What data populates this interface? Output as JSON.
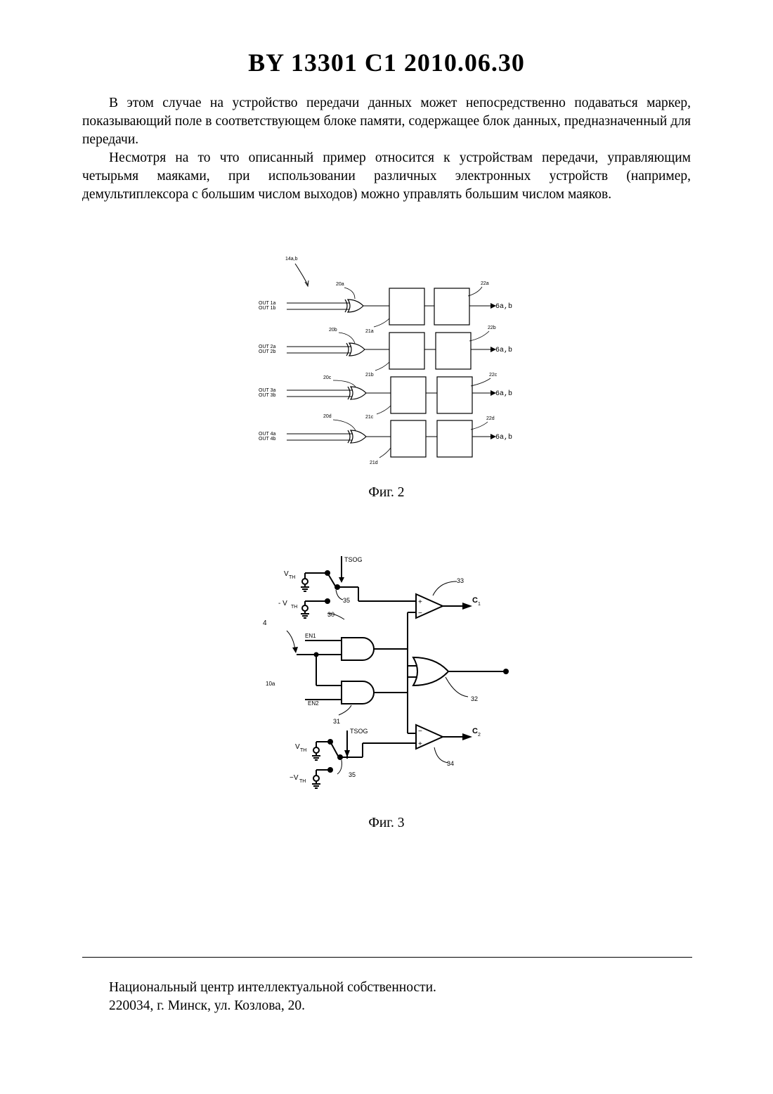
{
  "header": {
    "title": "BY 13301 C1 2010.06.30"
  },
  "body": {
    "paragraphs": [
      "В этом случае на устройство передачи данных может непосредственно подаваться маркер, показывающий поле в соответствующем блоке памяти, содержащее блок данных, предназначенный для передачи.",
      "Несмотря на то что описанный пример относится к устройствам передачи, управляющим четырьмя маяками, при использовании различных электронных устройств (например, демультиплексора с большим числом выходов) можно управлять большим числом маяков."
    ]
  },
  "figure2": {
    "caption": "Фиг. 2",
    "group_label": "14a,b",
    "rows": [
      {
        "in_a": "OUT 1a",
        "in_b": "OUT 1b",
        "gate": "20a",
        "block": "21a",
        "out_block": "22a",
        "output": "6a,b"
      },
      {
        "in_a": "OUT 2a",
        "in_b": "OUT 2b",
        "gate": "20b",
        "block": "21b",
        "out_block": "22b",
        "output": "6a,b"
      },
      {
        "in_a": "OUT 3a",
        "in_b": "OUT 3b",
        "gate": "20c",
        "block": "21c",
        "out_block": "22c",
        "output": "6a,b"
      },
      {
        "in_a": "OUT 4a",
        "in_b": "OUT 4b",
        "gate": "20d",
        "block": "21d",
        "out_block": "22d",
        "output": "6a,b"
      }
    ]
  },
  "figure3": {
    "caption": "Фиг. 3",
    "labels": {
      "tsog": "TSOG",
      "vth": "V",
      "vth_sub": "TH",
      "neg_vth": "- V",
      "neg_vth2": "−V",
      "sw": "35",
      "comp_top": "33",
      "comp_bottom": "34",
      "and_top": "30",
      "and_bottom": "31",
      "or_gate": "32",
      "input": "4",
      "input_line": "10a",
      "en1": "EN1",
      "en2": "EN2",
      "c": "C",
      "c1_sub": "1",
      "c2_sub": "2",
      "plus": "+",
      "minus": "−"
    }
  },
  "footer": {
    "line1": "Национальный центр интеллектуальной собственности.",
    "line2": "220034, г. Минск, ул. Козлова, 20."
  }
}
